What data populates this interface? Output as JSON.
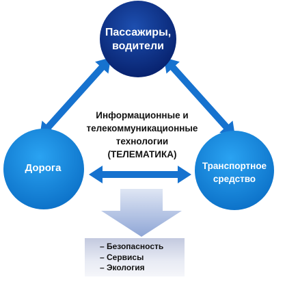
{
  "nodes": {
    "passengers": {
      "line1": "Пассажиры,",
      "line2": "водители"
    },
    "road": {
      "label": "Дорога"
    },
    "vehicle": {
      "line1": "Транспортное",
      "line2": "средство"
    }
  },
  "center": {
    "line1": "Информационные и",
    "line2": "телекоммуникационные",
    "line3": "технологии",
    "line4": "(ТЕЛЕМАТИКА)"
  },
  "outcomes": [
    "– Безопасность",
    "– Сервисы",
    "– Экология"
  ],
  "colors": {
    "circle_top": "#0a2d8a",
    "circle_side": "#1389e0",
    "arrow": "#1672cf",
    "down_arrow": "#b8c6e6"
  }
}
